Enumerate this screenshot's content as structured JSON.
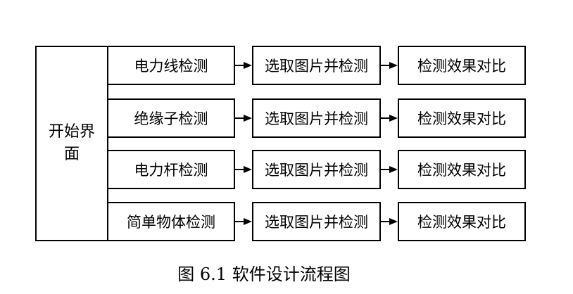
{
  "start": {
    "label": "开始界面"
  },
  "rows": [
    {
      "module": "电力线检测",
      "step": "选取图片并检测",
      "result": "检测效果对比"
    },
    {
      "module": "绝缘子检测",
      "step": "选取图片并检测",
      "result": "检测效果对比"
    },
    {
      "module": "电力杆检测",
      "step": "选取图片并检测",
      "result": "检测效果对比"
    },
    {
      "module": "简单物体检测",
      "step": "选取图片并检测",
      "result": "检测效果对比"
    }
  ],
  "caption": "图 6.1 软件设计流程图"
}
